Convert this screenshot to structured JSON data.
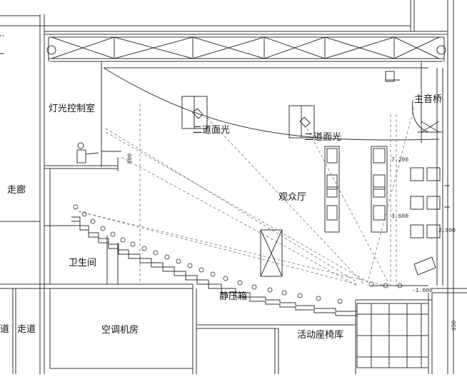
{
  "labels": {
    "lighting_room": "灯光控制室",
    "corridor_left": "走廊",
    "restroom": "卫生间",
    "corridor_a": "道",
    "corridor_b": "走道",
    "ac_room": "空调机房",
    "plenum": "静压箱",
    "seat_storage": "活动座椅库",
    "auditorium": "观众厅",
    "face_light_1": "二道面光",
    "face_light_2": "二道面光",
    "main_bridge": "主音桥"
  },
  "dimensions": {
    "d800": "800",
    "e7200": "7.200",
    "e3600": "3.600",
    "e2800": "2.800",
    "em1000": "-1.000",
    "d150": "150"
  }
}
